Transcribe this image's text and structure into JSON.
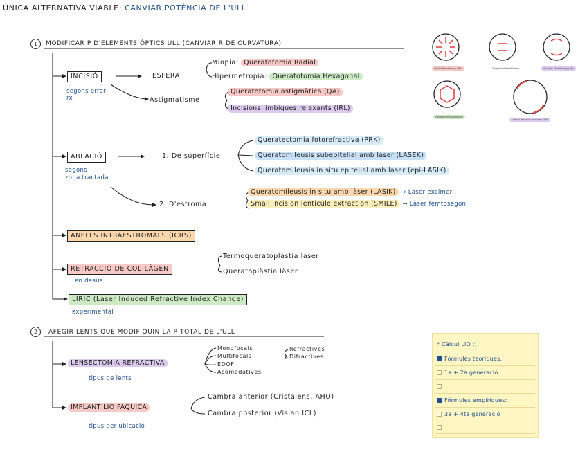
{
  "title": {
    "prefix": "ÚNICA ALTERNATIVA VIABLE:",
    "highlight": "CANVIAR POTÈNCIA DE L'ULL"
  },
  "section1": {
    "number": "1",
    "heading": "MODIFICAR P D'ELEMENTS ÒPTICS ULL (CANVIAR R DE CURVATURA)",
    "incisio": {
      "label": "INCISIÓ",
      "note": "segons error rx",
      "esfera": "ESFERA",
      "miopia": "Miopia:",
      "miopia_tech": "Queratotomia Radial",
      "hipermetropia": "Hipermetropia:",
      "hipermetropia_tech": "Queratotomia Hexagonal",
      "astigmatisme": "Astigmatisme",
      "astig_1": "Queratotomia astigmàtica (QA)",
      "astig_2": "Incisions límbiques relaxants (IRL)"
    },
    "ablacio": {
      "label": "ABLACIÓ",
      "note_1": "segons",
      "note_2": "zona tractada",
      "superficie": "1. De superfície",
      "sup_1": "Queratectomia fotorefractiva (PRK)",
      "sup_2": "Queratomileusis subepitelial amb làser (LASEK)",
      "sup_3": "Queratomileusis in situ epitelial amb làser (epi-LASIK)",
      "estroma": "2. D'estroma",
      "est_1": "Queratomileusis in situ amb làser (LASIK)",
      "est_1_arrow": "→ Làser excimer",
      "est_2": "Small incision lenticule extraction (SMILE)",
      "est_2_arrow": "→ Làser femtosegon"
    },
    "anells": "ANELLS INTRAESTROMALS (ICRS)",
    "retraccio": {
      "label": "RETRACCIÓ DE COL·LÀGEN",
      "note": "en desús",
      "opt_1": "Termoqueratoplàstia làser",
      "opt_2": "Queratoplàstia làser"
    },
    "liric": {
      "label": "LIRIC (Laser Induced Refractive Index Change)",
      "note": "experimental"
    }
  },
  "section2": {
    "number": "2",
    "heading": "AFEGIR LENTS QUE MODIFIQUIN LA P TOTAL DE L'ULL",
    "lensectomia": {
      "label": "LENSECTOMIA REFRACTIVA",
      "note": "tipus de lents",
      "opt_1": "Monofocals",
      "opt_2": "Multifocals",
      "opt_2a": "Refractives",
      "opt_2b": "Difractives",
      "opt_3": "EDOF",
      "opt_4": "Acomodatives"
    },
    "implant": {
      "label": "IMPLANT LIO FÀQUICA",
      "note": "tipus per ubicació",
      "opt_1": "Cambra anterior (Cristalens, AHO)",
      "opt_2": "Cambra posterior (Visian ICL)"
    }
  },
  "diagrams": {
    "radial": "Radial Keratotomy (RK)",
    "tangential": "Tangential Keratotomy",
    "arcuate": "Arcuate Keratotomy (AK)",
    "hexagonal": "Hexagonal Keratotomy",
    "limbal": "Limbal Relaxing Incisions (LRI)"
  },
  "note": {
    "title": "* Càlcul LIO :)",
    "item_1": "Fórmules teòriques:",
    "item_2": "1a + 2a generació",
    "item_3": "Fórmules empíriques:",
    "item_4": "3a + 4ta generació"
  },
  "colors": {
    "pink": "#f6c9c6",
    "green": "#cdeac4",
    "purple": "#dccbee",
    "blue": "#c8e0f5",
    "orange": "#fbd7ae",
    "yellow": "#fbeebd",
    "ink_blue": "#1f4f8f",
    "diagram_red": "#e04848"
  }
}
